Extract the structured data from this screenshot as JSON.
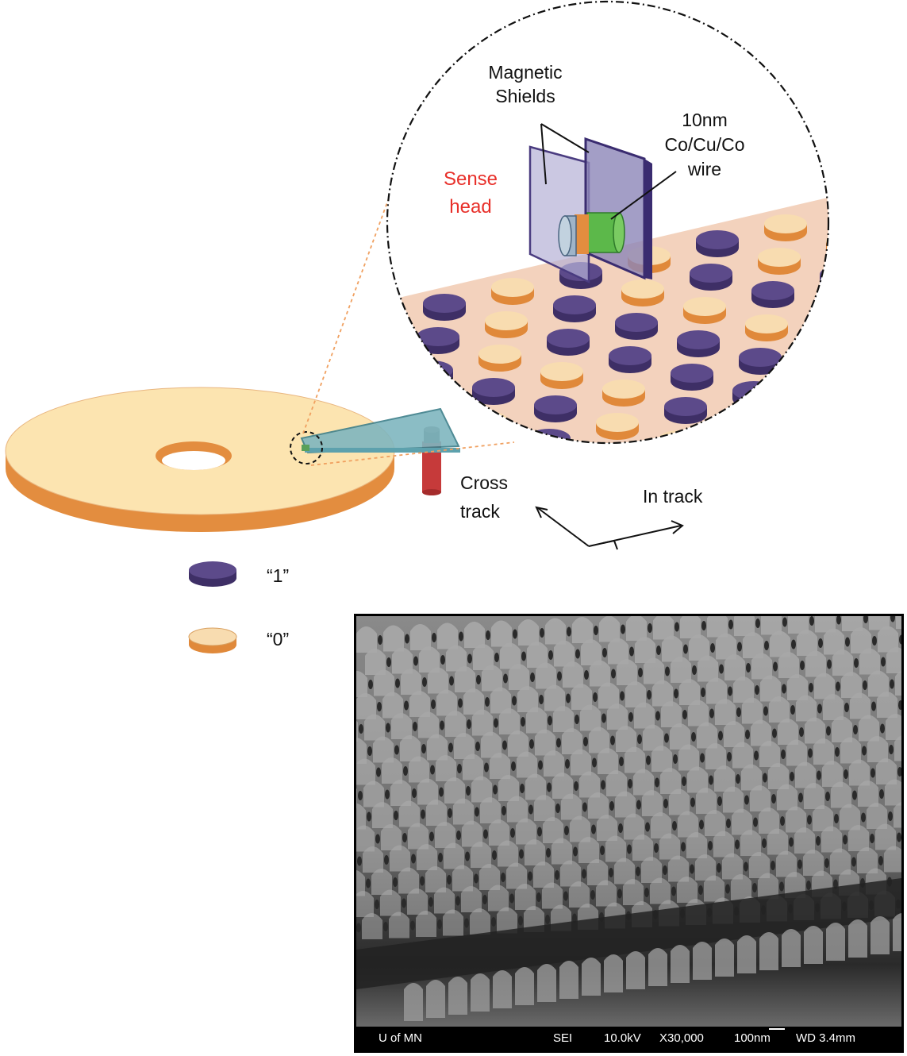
{
  "labels": {
    "magnetic_shields": [
      "Magnetic",
      "Shields"
    ],
    "wire": [
      "10nm",
      "Co/Cu/Co",
      "wire"
    ],
    "sense_head": [
      "Sense",
      "head"
    ],
    "cross_track": [
      "Cross",
      "track"
    ],
    "in_track": "In track"
  },
  "legend": [
    {
      "symbol": "purple-disc",
      "label": "“1”"
    },
    {
      "symbol": "orange-disc",
      "label": "“0”"
    }
  ],
  "sem": {
    "org": "U of MN",
    "detector": "SEI",
    "voltage": "10.0kV",
    "magnification": "X30,000",
    "scale": "100nm",
    "wd": "WD 3.4mm"
  },
  "colors": {
    "bit_one": "#5c4a8a",
    "bit_zero": "#f8dcb0",
    "bit_zero_edge": "#e0893a",
    "sense_head_text": "#e8302a",
    "media_bg": "#f3d2bd",
    "disk_top": "#fce4b0",
    "disk_edge": "#e89a4c"
  }
}
